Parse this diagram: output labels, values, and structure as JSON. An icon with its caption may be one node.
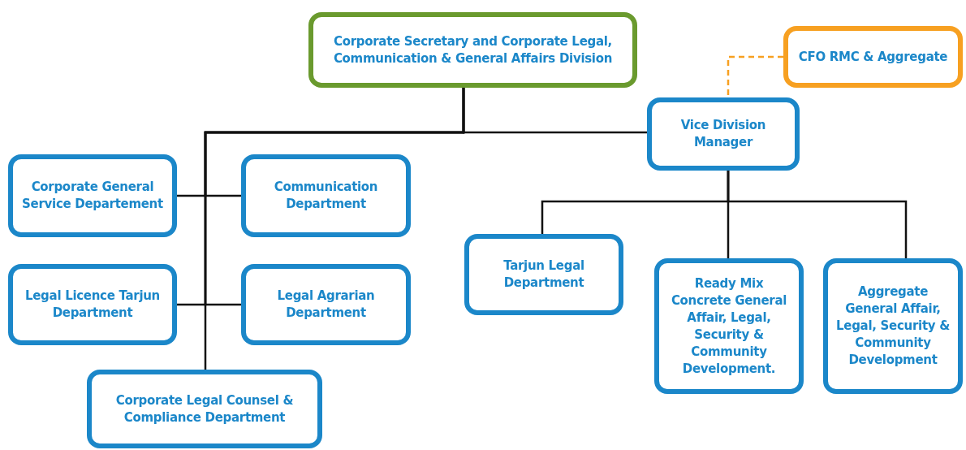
{
  "diagram": {
    "nodes": [
      {
        "text": [
          "Corporate Secretary and Corporate Legal, Communication & General Affairs Division"
        ]
      },
      {
        "text": [
          "CFO RMC & Aggregate"
        ]
      },
      {
        "text": [
          "Vice Division Manager"
        ]
      },
      {
        "text": [
          "Corporate General Service Departement"
        ]
      },
      {
        "text": [
          "Communication Department"
        ]
      },
      {
        "text": [
          "Legal Licence Tarjun Department"
        ]
      },
      {
        "text": [
          "Legal Agrarian Department"
        ]
      },
      {
        "text": [
          "Corporate Legal Counsel & Compliance Department"
        ]
      },
      {
        "text": [
          "Tarjun Legal Department"
        ]
      },
      {
        "text": [
          "Ready Mix Concrete General Affair, Legal, Security & Community Development."
        ]
      },
      {
        "text": [
          "Aggregate General Affair, Legal, Security & Community Development"
        ]
      }
    ],
    "edges": [
      {
        "from": 0,
        "to": 2,
        "arrow": "none"
      },
      {
        "from": 0,
        "to": 3,
        "arrow": "none"
      },
      {
        "from": 0,
        "to": 4,
        "arrow": "none"
      },
      {
        "from": 0,
        "to": 5,
        "arrow": "none"
      },
      {
        "from": 0,
        "to": 6,
        "arrow": "none"
      },
      {
        "from": 0,
        "to": 7,
        "arrow": "none"
      },
      {
        "from": 1,
        "to": 2,
        "arrow": "none",
        "style": "dashed",
        "color": "#f7a021"
      },
      {
        "from": 2,
        "to": 8,
        "arrow": "none"
      },
      {
        "from": 2,
        "to": 9,
        "arrow": "none"
      },
      {
        "from": 2,
        "to": 10,
        "arrow": "none"
      }
    ]
  }
}
